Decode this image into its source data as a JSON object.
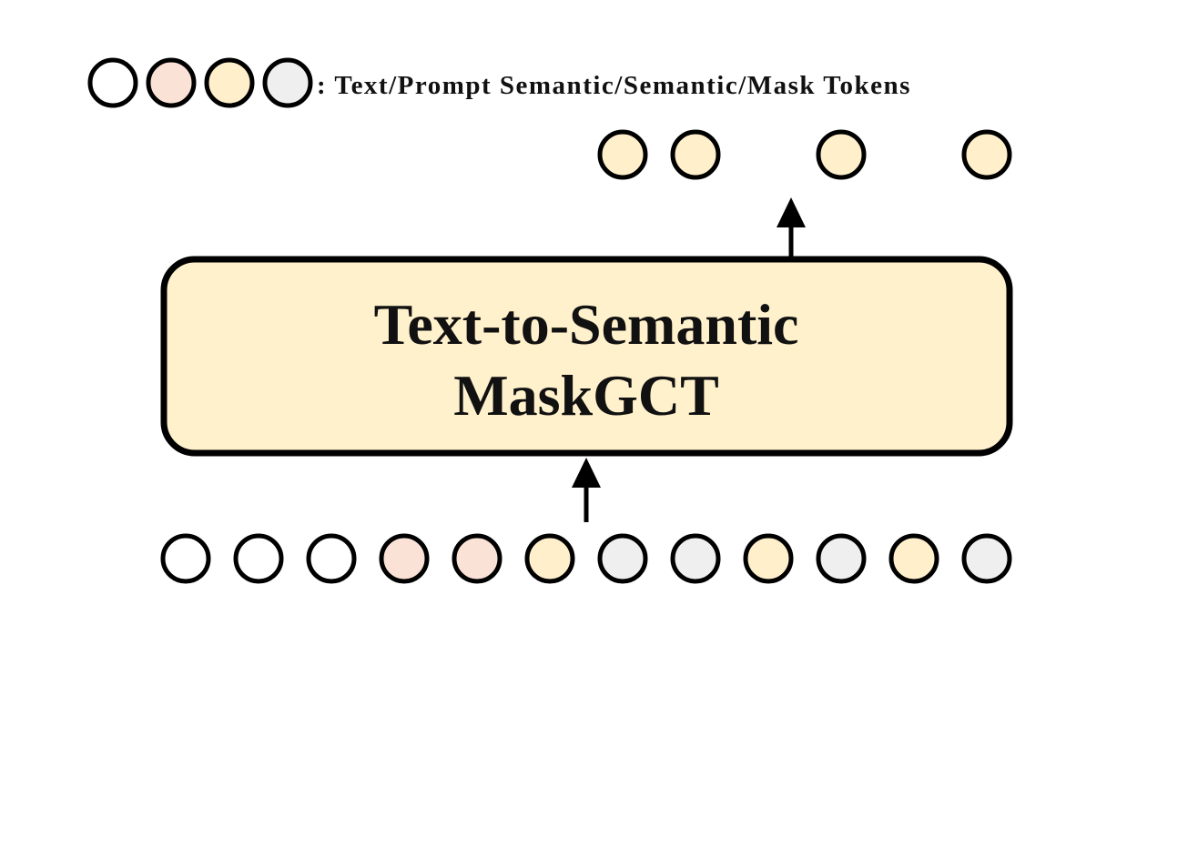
{
  "colors": {
    "text_token": "#ffffff",
    "prompt_semantic_token": "#fae2d6",
    "semantic_token": "#fff0cb",
    "mask_token": "#efefef",
    "model_fill": "#fff1cc",
    "stroke": "#000000"
  },
  "legend": {
    "token_types": [
      "text_token",
      "prompt_semantic_token",
      "semantic_token",
      "mask_token"
    ],
    "label": ": Text/Prompt Semantic/Semantic/Mask Tokens"
  },
  "model": {
    "line1": "Text-to-Semantic",
    "line2": "MaskGCT"
  },
  "input_sequence": [
    "text_token",
    "text_token",
    "text_token",
    "prompt_semantic_token",
    "prompt_semantic_token",
    "semantic_token",
    "mask_token",
    "mask_token",
    "semantic_token",
    "mask_token",
    "semantic_token",
    "mask_token"
  ],
  "output_sequence": [
    null,
    null,
    null,
    null,
    null,
    null,
    "semantic_token",
    "semantic_token",
    null,
    "semantic_token",
    null,
    "semantic_token"
  ]
}
